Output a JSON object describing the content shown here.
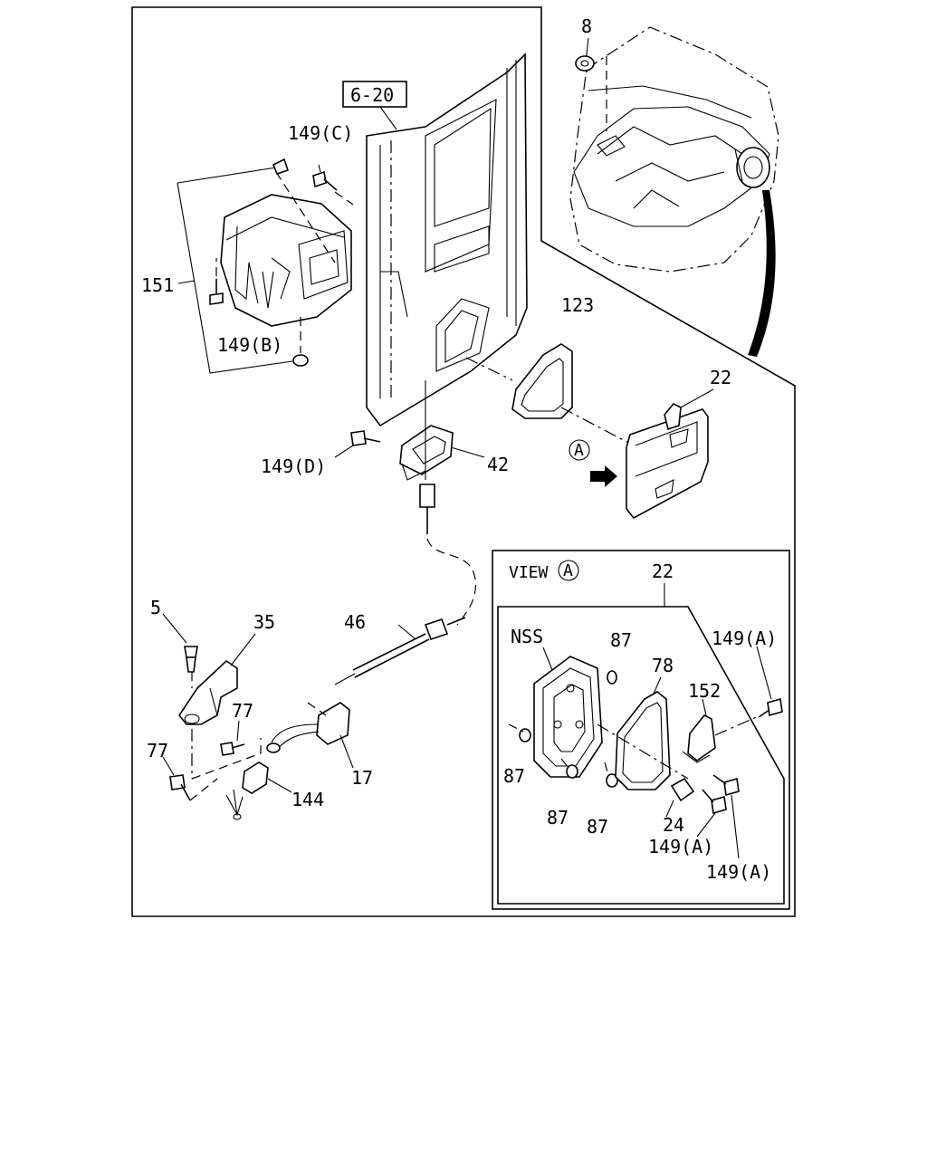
{
  "view_label": "VIEW",
  "view_circle": "A",
  "arrow_circle": "A",
  "ref_box": "6-20",
  "labels": {
    "p8": "8",
    "p149c": "149(C)",
    "p151": "151",
    "p149b": "149(B)",
    "p123": "123",
    "p22_top": "22",
    "p149d": "149(D)",
    "p42": "42",
    "p5": "5",
    "p35": "35",
    "p46": "46",
    "p77_a": "77",
    "p77_b": "77",
    "p17": "17",
    "p144": "144",
    "p22_view": "22",
    "nss": "NSS",
    "p87_a": "87",
    "p78": "78",
    "p149a_1": "149(A)",
    "p152": "152",
    "p87_b": "87",
    "p87_c": "87",
    "p87_d": "87",
    "p24": "24",
    "p149a_2": "149(A)",
    "p149a_3": "149(A)"
  }
}
